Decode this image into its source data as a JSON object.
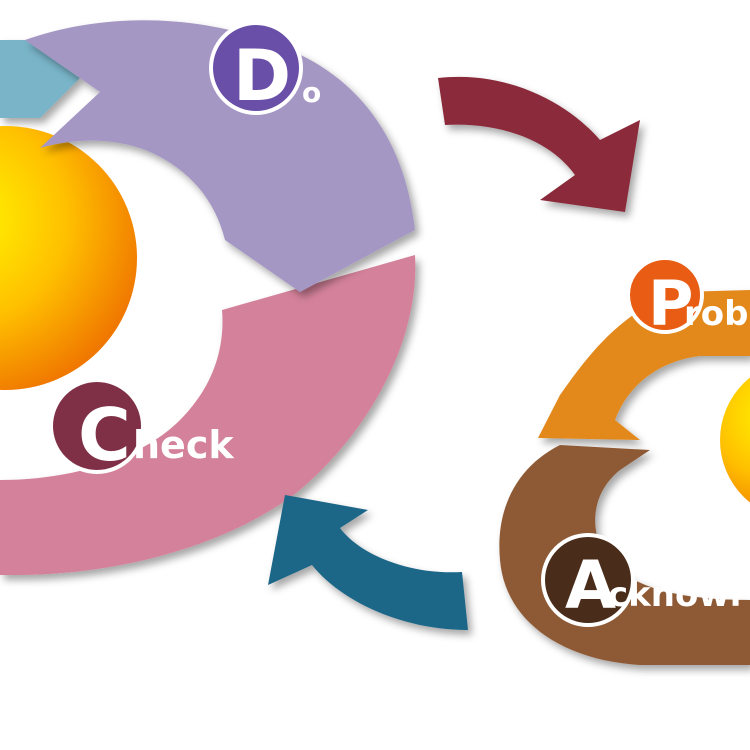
{
  "left_cycle": {
    "do": {
      "initial": "D",
      "rest": "o",
      "badge_color": "#6a4fa8",
      "segment_color": "#a597c4"
    },
    "check": {
      "initial": "C",
      "rest": "heck",
      "badge_color": "#7f3047",
      "segment_color": "#d4829b"
    },
    "teal_segment_color": "#79b4c8",
    "sphere_colors": [
      "#fff200",
      "#ffb000",
      "#f07f00"
    ]
  },
  "right_cycle": {
    "problem": {
      "initial": "P",
      "rest": "rob",
      "badge_color": "#e85c14",
      "segment_color": "#e3891d"
    },
    "acknowledge": {
      "initial": "A",
      "rest": "cknowl",
      "badge_color": "#4a2c1a",
      "segment_color": "#8e5a34"
    }
  },
  "connectors": {
    "top_arrow_color": "#8a2a3a",
    "bottom_arrow_color": "#1d6688"
  }
}
